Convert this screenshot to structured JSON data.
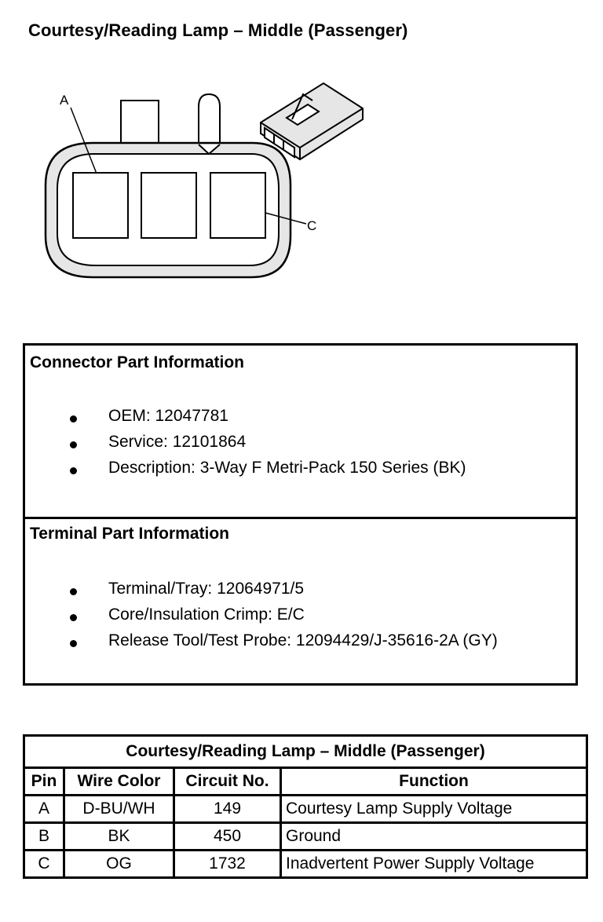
{
  "page_title": "Courtesy/Reading Lamp – Middle (Passenger)",
  "diagram": {
    "label_a": "A",
    "label_c": "C"
  },
  "connector_info": {
    "heading": "Connector Part Information",
    "items": [
      "OEM: 12047781",
      "Service: 12101864",
      "Description: 3-Way F Metri-Pack 150 Series (BK)"
    ]
  },
  "terminal_info": {
    "heading": "Terminal Part Information",
    "items": [
      "Terminal/Tray: 12064971/5",
      "Core/Insulation Crimp: E/C",
      "Release Tool/Test Probe: 12094429/J-35616-2A (GY)"
    ]
  },
  "pin_table": {
    "caption": "Courtesy/Reading Lamp – Middle (Passenger)",
    "headers": [
      "Pin",
      "Wire Color",
      "Circuit No.",
      "Function"
    ],
    "rows": [
      [
        "A",
        "D-BU/WH",
        "149",
        "Courtesy Lamp Supply Voltage"
      ],
      [
        "B",
        "BK",
        "450",
        "Ground"
      ],
      [
        "C",
        "OG",
        "1732",
        "Inadvertent Power Supply Voltage"
      ]
    ]
  }
}
